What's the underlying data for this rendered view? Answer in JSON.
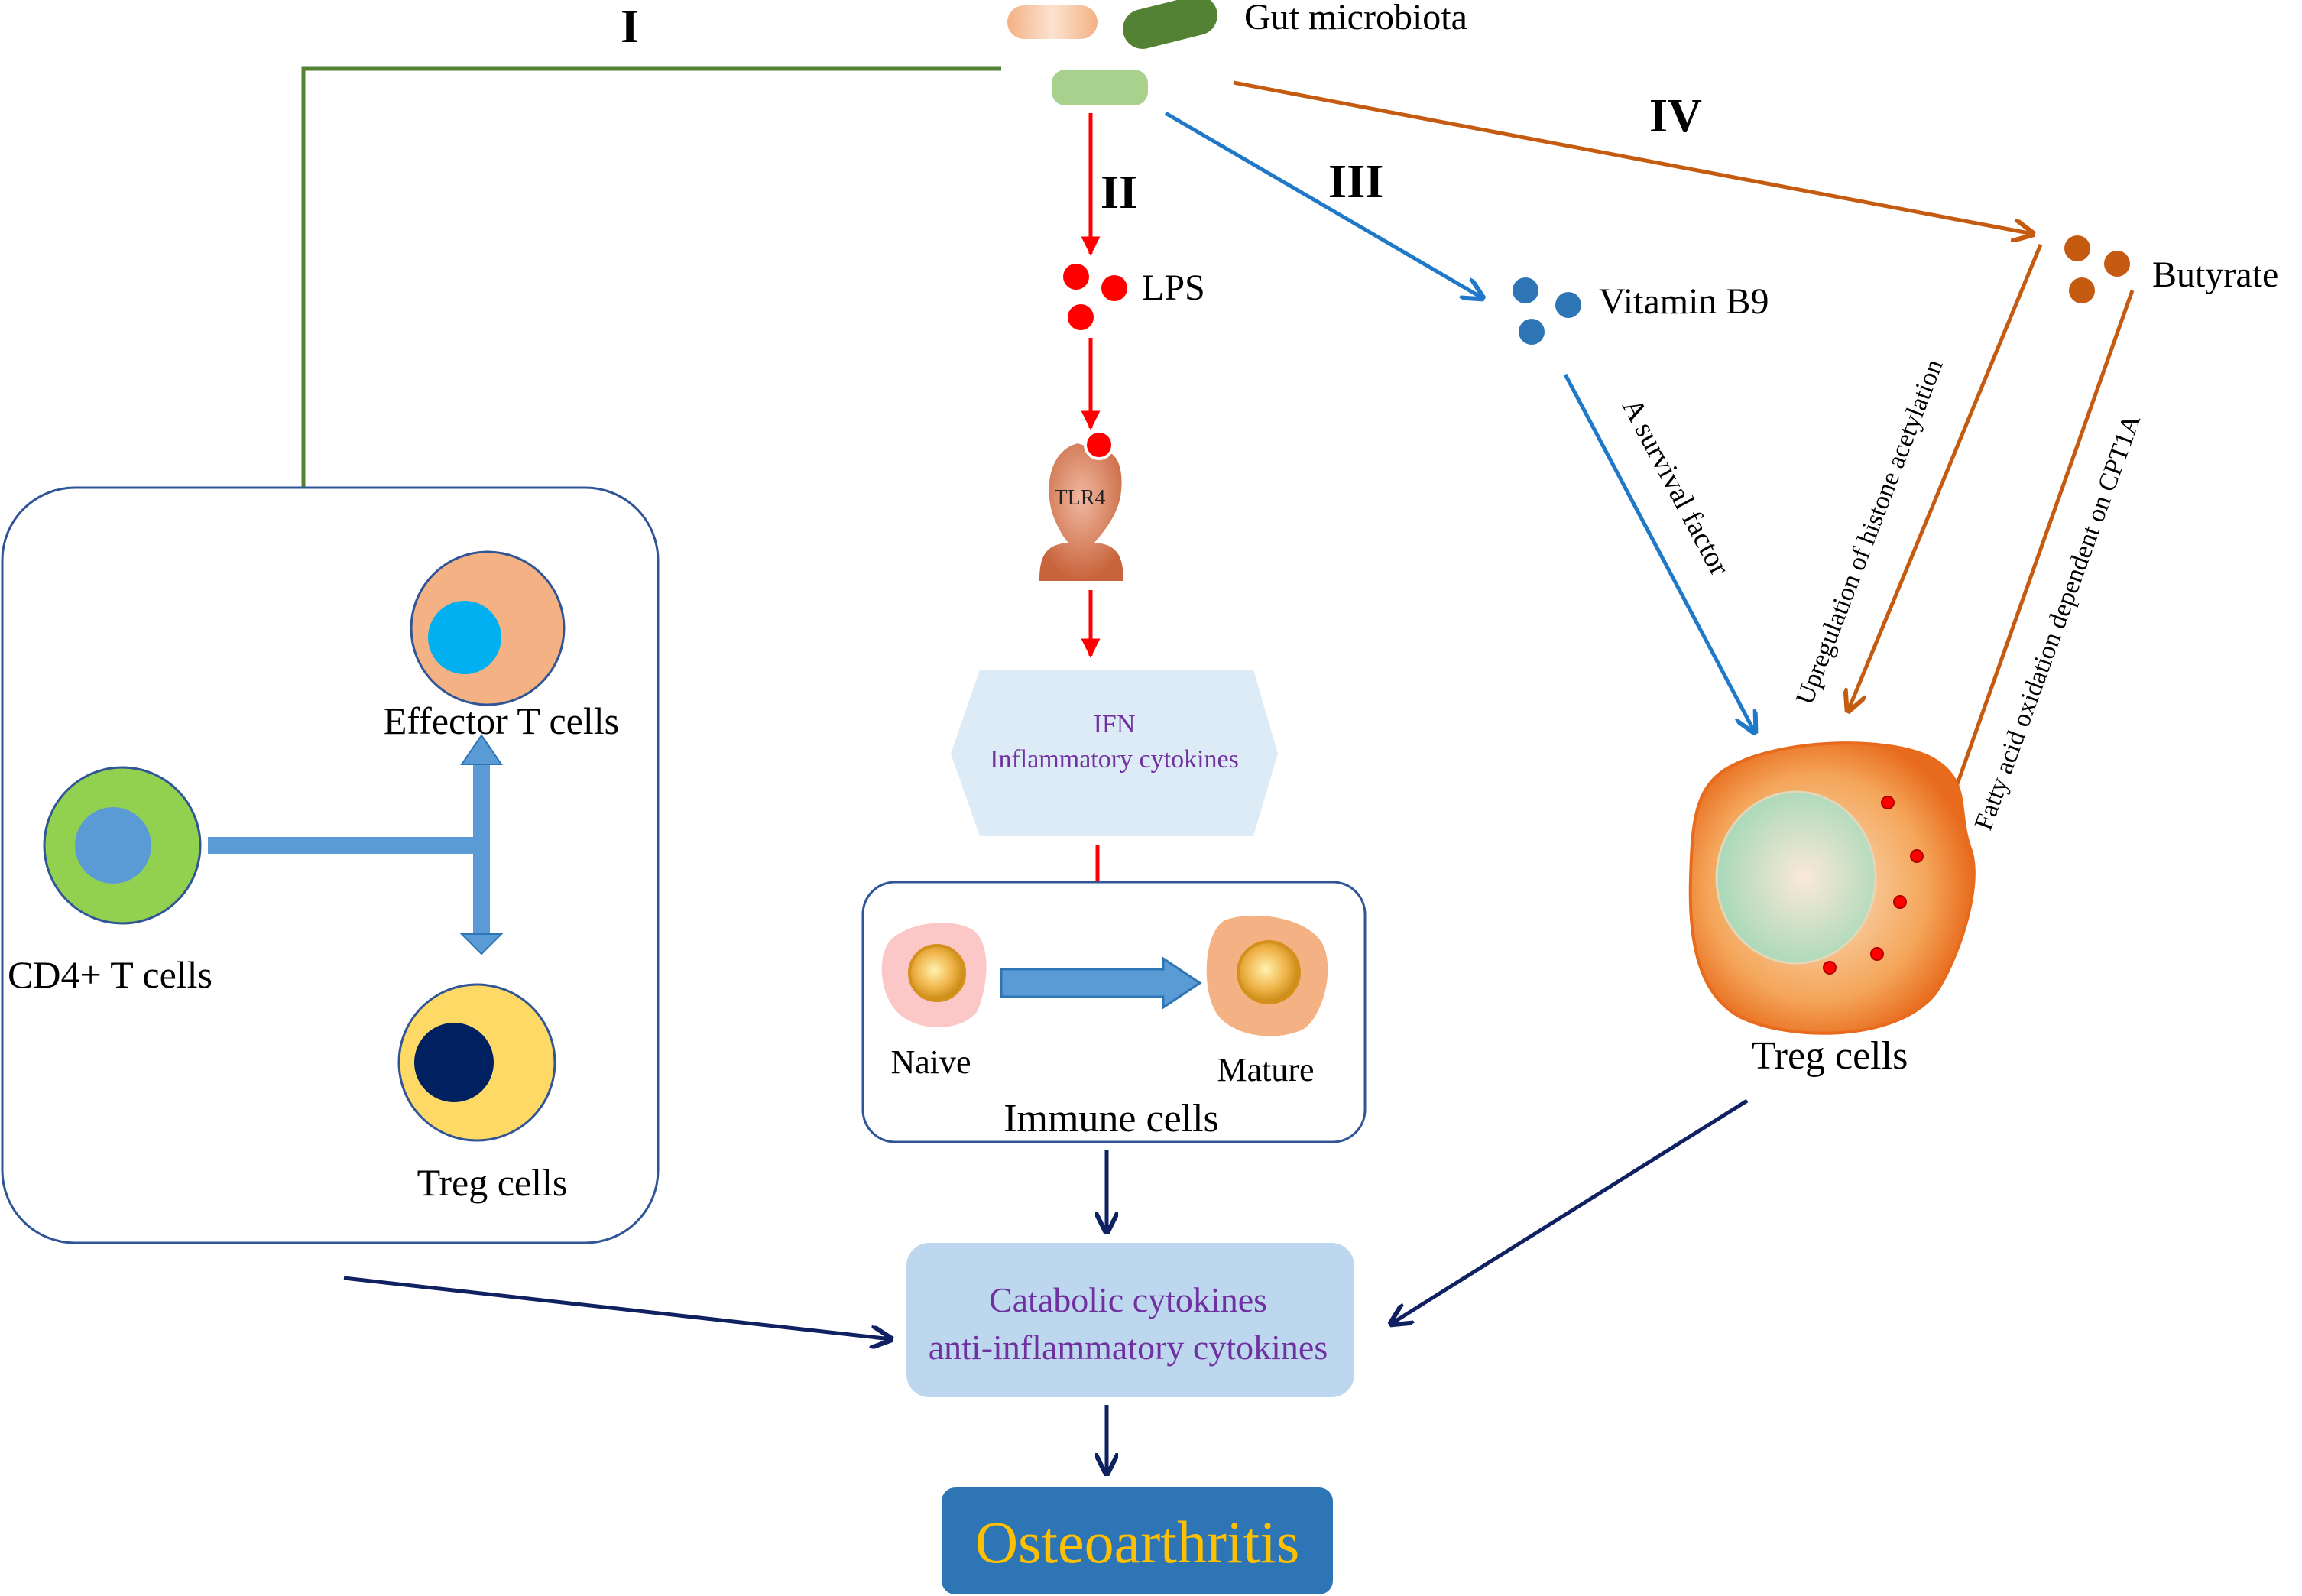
{
  "source": {
    "label": "Gut microbiota",
    "bacteria_colors": [
      "#f4b183",
      "#548235",
      "#a9d18e"
    ]
  },
  "pathways": {
    "I": "I",
    "II": "II",
    "III": "III",
    "IV": "IV"
  },
  "metabolites": {
    "lps": "LPS",
    "vitamin_b9": "Vitamin B9",
    "butyrate": "Butyrate"
  },
  "receptor": {
    "label": "TLR4"
  },
  "cytokine_hexagon": {
    "line1": "IFN",
    "line2": "Inflammatory cytokines"
  },
  "t_cell_box": {
    "cd4": "CD4+ T cells",
    "effector": "Effector T cells",
    "treg": "Treg  cells"
  },
  "immune_box": {
    "naive": "Naive",
    "mature": "Mature",
    "title": "Immune cells"
  },
  "edge_labels": {
    "survival": "A survival factor",
    "histone": "Upregulation of histone acetylation",
    "fao": "Fatty acid oxidation dependent on CPT1A"
  },
  "treg_large": {
    "label": "Treg  cells"
  },
  "catabolic": {
    "line1": "Catabolic cytokines",
    "line2": "anti-inflammatory cytokines"
  },
  "outcome": {
    "label": "Osteoarthritis"
  },
  "colors": {
    "green_arrow": "#548235",
    "red_arrow": "#ff0000",
    "blue_arrow": "#1f78c8",
    "orange_arrow": "#c55a11",
    "navy_arrow": "#0f2160",
    "thick_blue": "#5b9bd5",
    "purple_text": "#7030a0",
    "yellow_text": "#ffc000",
    "outcome_fill": "#2e75b6"
  }
}
